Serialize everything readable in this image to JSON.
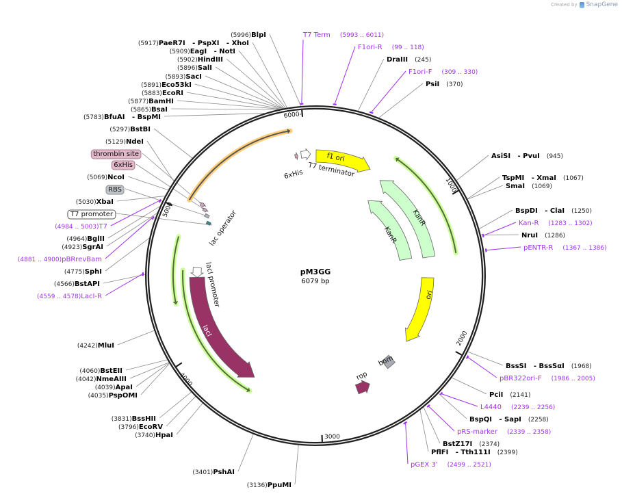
{
  "credit": {
    "prefix": "Created by",
    "brand": "SnapGene"
  },
  "plasmid": {
    "name": "pM3GG",
    "length_label": "6079 bp",
    "length": 6079
  },
  "ticks": [
    {
      "bp": 1000,
      "label": "1000"
    },
    {
      "bp": 2000,
      "label": "2000"
    },
    {
      "bp": 3000,
      "label": "3000"
    },
    {
      "bp": 4000,
      "label": "4000"
    },
    {
      "bp": 5000,
      "label": "5000"
    },
    {
      "bp": 6000,
      "label": "6000-"
    }
  ],
  "enzymes": [
    {
      "name": "BlpI",
      "pos": 5996
    },
    {
      "name": "PaeR7I   - PspXI   - XhoI",
      "pos": 5917
    },
    {
      "name": "EagI   - NotI",
      "pos": 5909
    },
    {
      "name": "HindIII",
      "pos": 5902
    },
    {
      "name": "SalI",
      "pos": 5896
    },
    {
      "name": "SacI",
      "pos": 5893
    },
    {
      "name": "Eco53kI",
      "pos": 5891
    },
    {
      "name": "EcoRI",
      "pos": 5883
    },
    {
      "name": "BamHI",
      "pos": 5877
    },
    {
      "name": "BsaI",
      "pos": 5865
    },
    {
      "name": "BfuAI   - BspMI",
      "pos": 5783
    },
    {
      "name": "BstBI",
      "pos": 5297
    },
    {
      "name": "NdeI",
      "pos": 5129
    },
    {
      "name": "NcoI",
      "pos": 5069
    },
    {
      "name": "XbaI",
      "pos": 5030
    },
    {
      "name": "BglII",
      "pos": 4964
    },
    {
      "name": "SgrAI",
      "pos": 4923
    },
    {
      "name": "SphI",
      "pos": 4775
    },
    {
      "name": "BstAPI",
      "pos": 4566
    },
    {
      "name": "MluI",
      "pos": 4242
    },
    {
      "name": "BstEII",
      "pos": 4060
    },
    {
      "name": "NmeAIII",
      "pos": 4042
    },
    {
      "name": "ApaI",
      "pos": 4039
    },
    {
      "name": "PspOMI",
      "pos": 4035
    },
    {
      "name": "BssHII",
      "pos": 3831
    },
    {
      "name": "EcoRV",
      "pos": 3796
    },
    {
      "name": "HpaI",
      "pos": 3740
    },
    {
      "name": "PshAI",
      "pos": 3401
    },
    {
      "name": "PpuMI",
      "pos": 3136
    },
    {
      "name": "DraIII",
      "pos": 245
    },
    {
      "name": "PsiI",
      "pos": 370
    },
    {
      "name": "AsiSI   - PvuI",
      "pos": 945
    },
    {
      "name": "TspMI   - XmaI",
      "pos": 1067
    },
    {
      "name": "SmaI",
      "pos": 1069
    },
    {
      "name": "BspDI   - ClaI",
      "pos": 1250
    },
    {
      "name": "NruI",
      "pos": 1286
    },
    {
      "name": "BssSI   - BssSαI",
      "pos": 1968
    },
    {
      "name": "PciI",
      "pos": 2141
    },
    {
      "name": "BspQI   - SapI",
      "pos": 2258
    },
    {
      "name": "BstZ17I",
      "pos": 2374
    },
    {
      "name": "PflFI   - Tth111I",
      "pos": 2399
    }
  ],
  "primers": [
    {
      "name": "T7 Term",
      "start": 5993,
      "end": 6011
    },
    {
      "name": "F1ori-R",
      "start": 99,
      "end": 118
    },
    {
      "name": "F1ori-F",
      "start": 309,
      "end": 330
    },
    {
      "name": "Kan-R",
      "start": 1283,
      "end": 1302
    },
    {
      "name": "pENTR-R",
      "start": 1367,
      "end": 1386
    },
    {
      "name": "pBR322ori-F",
      "start": 1986,
      "end": 2005
    },
    {
      "name": "L4440",
      "start": 2239,
      "end": 2256
    },
    {
      "name": "pRS-marker",
      "start": 2339,
      "end": 2358
    },
    {
      "name": "pGEX 3'",
      "start": 2499,
      "end": 2521
    },
    {
      "name": "T7",
      "start": 4984,
      "end": 5003
    },
    {
      "name": "pBRrevBam",
      "start": 4881,
      "end": 4900
    },
    {
      "name": "LacI-R",
      "start": 4559,
      "end": 4578
    }
  ],
  "callouts": [
    {
      "label": "thrombin site",
      "fill": "#e0b8c8",
      "stroke": "#b07890"
    },
    {
      "label": "6xHis",
      "fill": "#e0b8c8",
      "stroke": "#b07890"
    },
    {
      "label": "RBS",
      "fill": "#c0c4c8",
      "stroke": "#888c90"
    },
    {
      "label": "T7 promoter",
      "fill": "#ffffff",
      "stroke": "#555555"
    }
  ],
  "features": [
    {
      "label": "f1 ori",
      "start": 5,
      "end": 460,
      "direction": "forward",
      "color": "#ffff00"
    },
    {
      "label": "KanR",
      "start": 575,
      "end": 1361,
      "direction": "reverse",
      "color": "#ccffcc"
    },
    {
      "label": "KanR",
      "start": 590,
      "end": 1345,
      "direction": "reverse",
      "color": "#ccffcc"
    },
    {
      "label": "",
      "start": 580,
      "end": 1365,
      "direction": "reverse",
      "color": "#556b3a",
      "halo": "#ccff99"
    },
    {
      "label": "ori",
      "start": 1537,
      "end": 2125,
      "direction": "forward",
      "color": "#ffff00"
    },
    {
      "label": "bom",
      "start": 2320,
      "end": 2400,
      "direction": "none",
      "color": "#a8acb2"
    },
    {
      "label": "rop",
      "start": 2590,
      "end": 2700,
      "direction": "reverse",
      "color": "#993366"
    },
    {
      "label": "lacI",
      "start": 3563,
      "end": 4546,
      "direction": "reverse",
      "color": "#993366"
    },
    {
      "label": "lacI promoter",
      "start": 4546,
      "end": 4625,
      "direction": "reverse",
      "color": "#ffffff"
    },
    {
      "label": "",
      "start": 4364,
      "end": 4830,
      "direction": "reverse",
      "color": "#556b3a",
      "halo": "#ccff99"
    },
    {
      "label": "",
      "start": 3540,
      "end": 4600,
      "direction": "reverse",
      "color": "#556b3a",
      "halo": "#ccff99"
    },
    {
      "label": "",
      "start": 5083,
      "end": 5912,
      "direction": "forward",
      "color": "#555555",
      "halo": "#ffcc77"
    },
    {
      "label": "6xHis",
      "start": 5915,
      "end": 5938,
      "direction": "forward",
      "color": "#d8a0c0"
    },
    {
      "label": "T7 terminator",
      "start": 5965,
      "end": 6040,
      "direction": "forward",
      "color": "#ffffff"
    },
    {
      "label": "lac operator",
      "start": 4990,
      "end": 5012,
      "direction": "none",
      "color": "#2a8a9a"
    },
    {
      "label": "",
      "start": 5035,
      "end": 5058,
      "direction": "none",
      "color": "#b0b4b8"
    },
    {
      "label": "",
      "start": 5068,
      "end": 5090,
      "direction": "forward",
      "color": "#d8a0c0"
    },
    {
      "label": "",
      "start": 5090,
      "end": 5115,
      "direction": "forward",
      "color": "#d8a0c0"
    }
  ],
  "colors": {
    "backbone": "#222222",
    "primer": "#a030f0",
    "enzyme_line": "#888888"
  }
}
